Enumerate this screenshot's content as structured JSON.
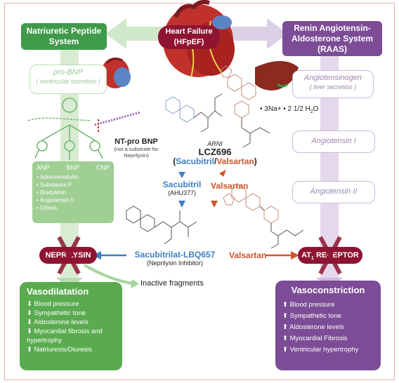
{
  "center": {
    "title": "Heart Failure",
    "subtitle": "(HFpEF)"
  },
  "left": {
    "header": "Natriuretic Peptide System",
    "pro_bnp": "pro-BNP",
    "pro_bnp_note": "( ventricular secretion )",
    "peptides": [
      "ANP",
      "BNP",
      "CNP"
    ],
    "substrates": [
      "Adrenomedullin",
      "Substance P",
      "Bradykinin",
      "Angiotensin II",
      "Others"
    ],
    "ntpro_title": "NT-pro BNP",
    "ntpro_note": "(not a substrate for Neprilysin)",
    "neprilysin": "NEPRILYSIN",
    "inactive": "Inactive fragments",
    "outcome_title": "Vasodilatation",
    "outcomes": [
      "Blood pressure",
      "Sympathetic tone",
      "Aldosterone levels",
      "Myocardial fibrosis and hypertrophy",
      "Natriuresis/Diuresis"
    ]
  },
  "right": {
    "header": "Renin Angiotensin-Aldosterone System (RAAS)",
    "angiotensinogen": "Angiotensinogen",
    "angiotensinogen_note": "( liver secretion )",
    "ang1": "Angiotensin I",
    "ang2": "Angiotensin II",
    "receptor": "AT",
    "receptor_sub": "1",
    "receptor_tail": " RECEPTOR",
    "outcome_title": "Vasoconstriction",
    "outcomes": [
      "Blood pressure",
      "Sympathetic tone",
      "Aldosterone levels",
      "Myocardial Fibrosis",
      "Ventricular hypertrophy"
    ]
  },
  "drug": {
    "arni": "ARNI",
    "name": "LCZ696",
    "paren_open": "(",
    "sacubitril": "Sacubitril",
    "slash": "/",
    "valsartan": "Valsartan",
    "paren_close": ")",
    "salt": "• 3Na+ • 2 1/2  H",
    "salt_sub": "2",
    "salt_tail": "O",
    "sac_label": "Sacubitril",
    "sac_code": "(AHU377)",
    "val_label": "Valsartan",
    "lbq": "Sacubitrilat-LBQ657",
    "lbq_note": "(Neprilysin Inhibitor)",
    "val_arrow": "Valsartan"
  },
  "colors": {
    "green": "#5aab4f",
    "purple": "#7c4d96",
    "red": "#8e1432",
    "blue": "#3f7fc0",
    "orange": "#d0552c"
  }
}
